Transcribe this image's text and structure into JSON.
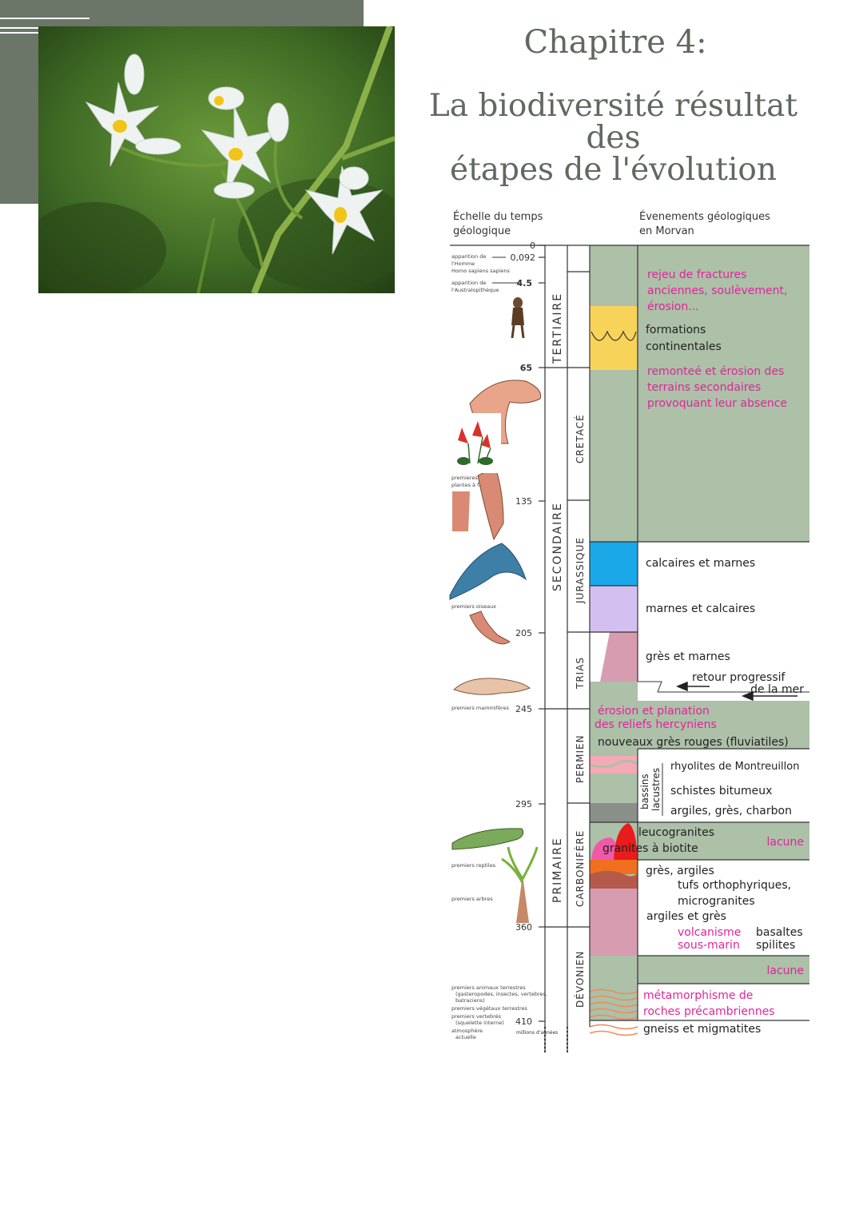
{
  "header": {
    "title": "Chapitre 4:",
    "subtitle_line1": "La biodiversité résultat des",
    "subtitle_line2": "étapes de l'évolution"
  },
  "photo": {
    "subject": "flowering-plant-photo"
  },
  "diagram": {
    "left_header_1": "Échelle  du temps",
    "left_header_2": "géologique",
    "right_header_1": "Évenements géologiques",
    "right_header_2": "en Morvan",
    "ticks": [
      "0",
      "0,092",
      "4.5",
      "65",
      "135",
      "205",
      "245",
      "295",
      "360",
      "410"
    ],
    "units": "millions d'années",
    "eras": [
      "TERTIAIRE",
      "SECONDAIRE",
      "PRIMAIRE"
    ],
    "periods": [
      "CRETACÉ",
      "JURASSIQUE",
      "TRIAS",
      "PERMIEN",
      "CARBONIFÈRE",
      "DÉVONIEN"
    ],
    "left_notes": {
      "homme_1": "apparition de",
      "homme_2": "l'Homme",
      "homme_3": "Homo sapiens sapiens",
      "austra_1": "apparition de",
      "austra_2": "l'Australopithèque",
      "fleurs_1": "premieres",
      "fleurs_2": "plantes à fleurs",
      "oiseaux": "premiers oiseaux",
      "mammiferes": "premiers mammifères",
      "reptiles": "premiers reptiles",
      "arbres": "premiers arbres",
      "b1": "premiers animaux terrestres",
      "b1b": "(gasteropodes, insectes, vertebres,",
      "b1c": "batraciens)",
      "b2": "premiers végétaux terrestres",
      "b3": "premiers vertebrés",
      "b3b": "(squelette interne)",
      "b4": "atmosphère",
      "b4b": "actuelle"
    },
    "events": {
      "rejeu_1": "rejeu de fractures",
      "rejeu_2": "anciennes, soulèvement,",
      "rejeu_3": "érosion...",
      "formations_1": "formations",
      "formations_2": "continentales",
      "remontee_1": "remonteé et érosion des",
      "remontee_2": "terrains secondaires",
      "remontee_3": "provoquant leur absence",
      "calcaires": "calcaires et marnes",
      "marnes": "marnes et calcaires",
      "gres_marnes": "grès et marnes",
      "retour_1": "retour progressif",
      "retour_2": "de la mer",
      "erosion_1": "érosion et planation",
      "erosion_2": "des reliefs hercyniens",
      "nouveaux": "nouveaux grès rouges (fluviatiles)",
      "rhyolites": "rhyolites de Montreuillon",
      "bassins_1": "bassins",
      "bassins_2": "lacustres",
      "schistes": "schistes bitumeux",
      "argiles_charbon": "argiles, grès, charbon",
      "leuco": "leucogranites",
      "granites": "granites à biotite",
      "lacune_1": "lacune",
      "gres_argiles": "grès, argiles",
      "tufs": "tufs orthophyriques,",
      "micro": "microgranites",
      "argiles_gres": "argiles et grès",
      "volcanisme_1": "volcanisme",
      "volcanisme_2": "sous-marin",
      "basaltes": "basaltes",
      "spilites": "spilites",
      "lacune_2": "lacune",
      "meta_1": "métamorphisme de",
      "meta_2": "roches précambriennes",
      "gneiss": "gneiss et migmatites"
    },
    "colors": {
      "green": "#adc0a8",
      "yellow": "#f7d35a",
      "blue": "#1aa8e8",
      "lilac": "#d4c0f0",
      "mauve": "#d79caf",
      "magenta_text": "#e0249b",
      "red": "#e81c1c",
      "orange": "#f07020"
    }
  }
}
